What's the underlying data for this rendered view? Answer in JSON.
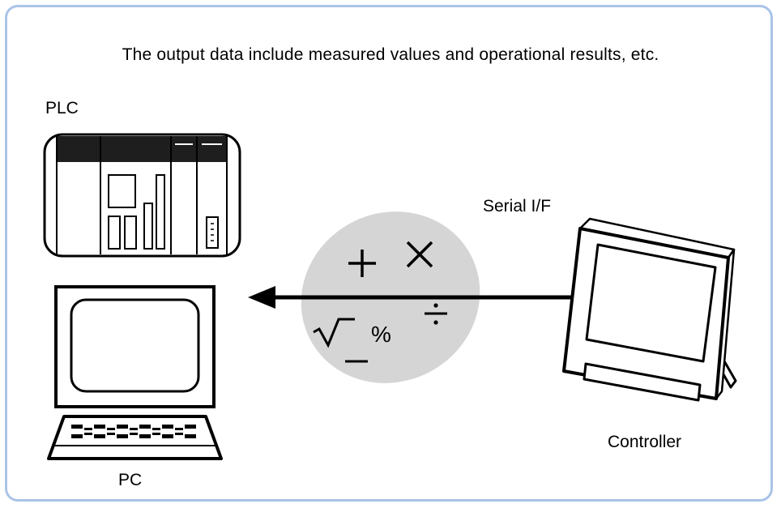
{
  "caption": "The output data include measured values and operational results, etc.",
  "labels": {
    "plc": "PLC",
    "pc": "PC",
    "serial": "Serial I/F",
    "controller": "Controller"
  },
  "math_symbols": {
    "plus": "+",
    "times": "×",
    "percent": "%",
    "divide": "÷"
  },
  "colors": {
    "frame_border": "#a9c4e8",
    "ellipse_fill": "#d5d5d5",
    "line": "#000000"
  }
}
